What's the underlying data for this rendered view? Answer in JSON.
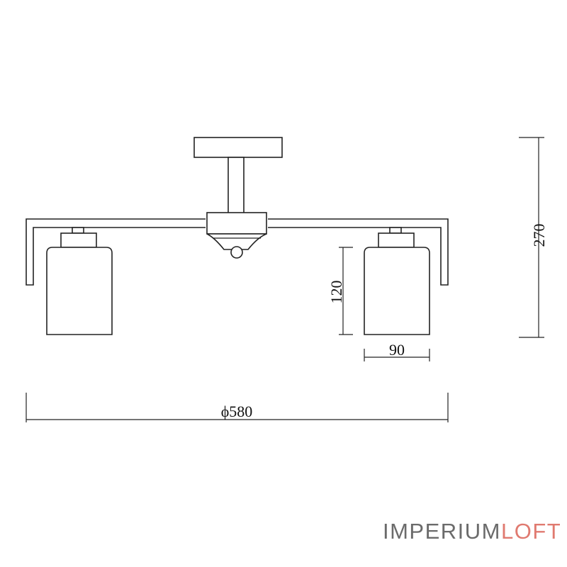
{
  "dimensions": {
    "total_width": "ϕ580",
    "total_height": "270",
    "shade_height": "120",
    "shade_width": "90"
  },
  "brand": {
    "part1": "IMPERIUM",
    "part2": "LOFT",
    "color1": "#6b6b6b",
    "color2": "#e07a70"
  },
  "colors": {
    "line": "#222222",
    "background": "#ffffff"
  }
}
